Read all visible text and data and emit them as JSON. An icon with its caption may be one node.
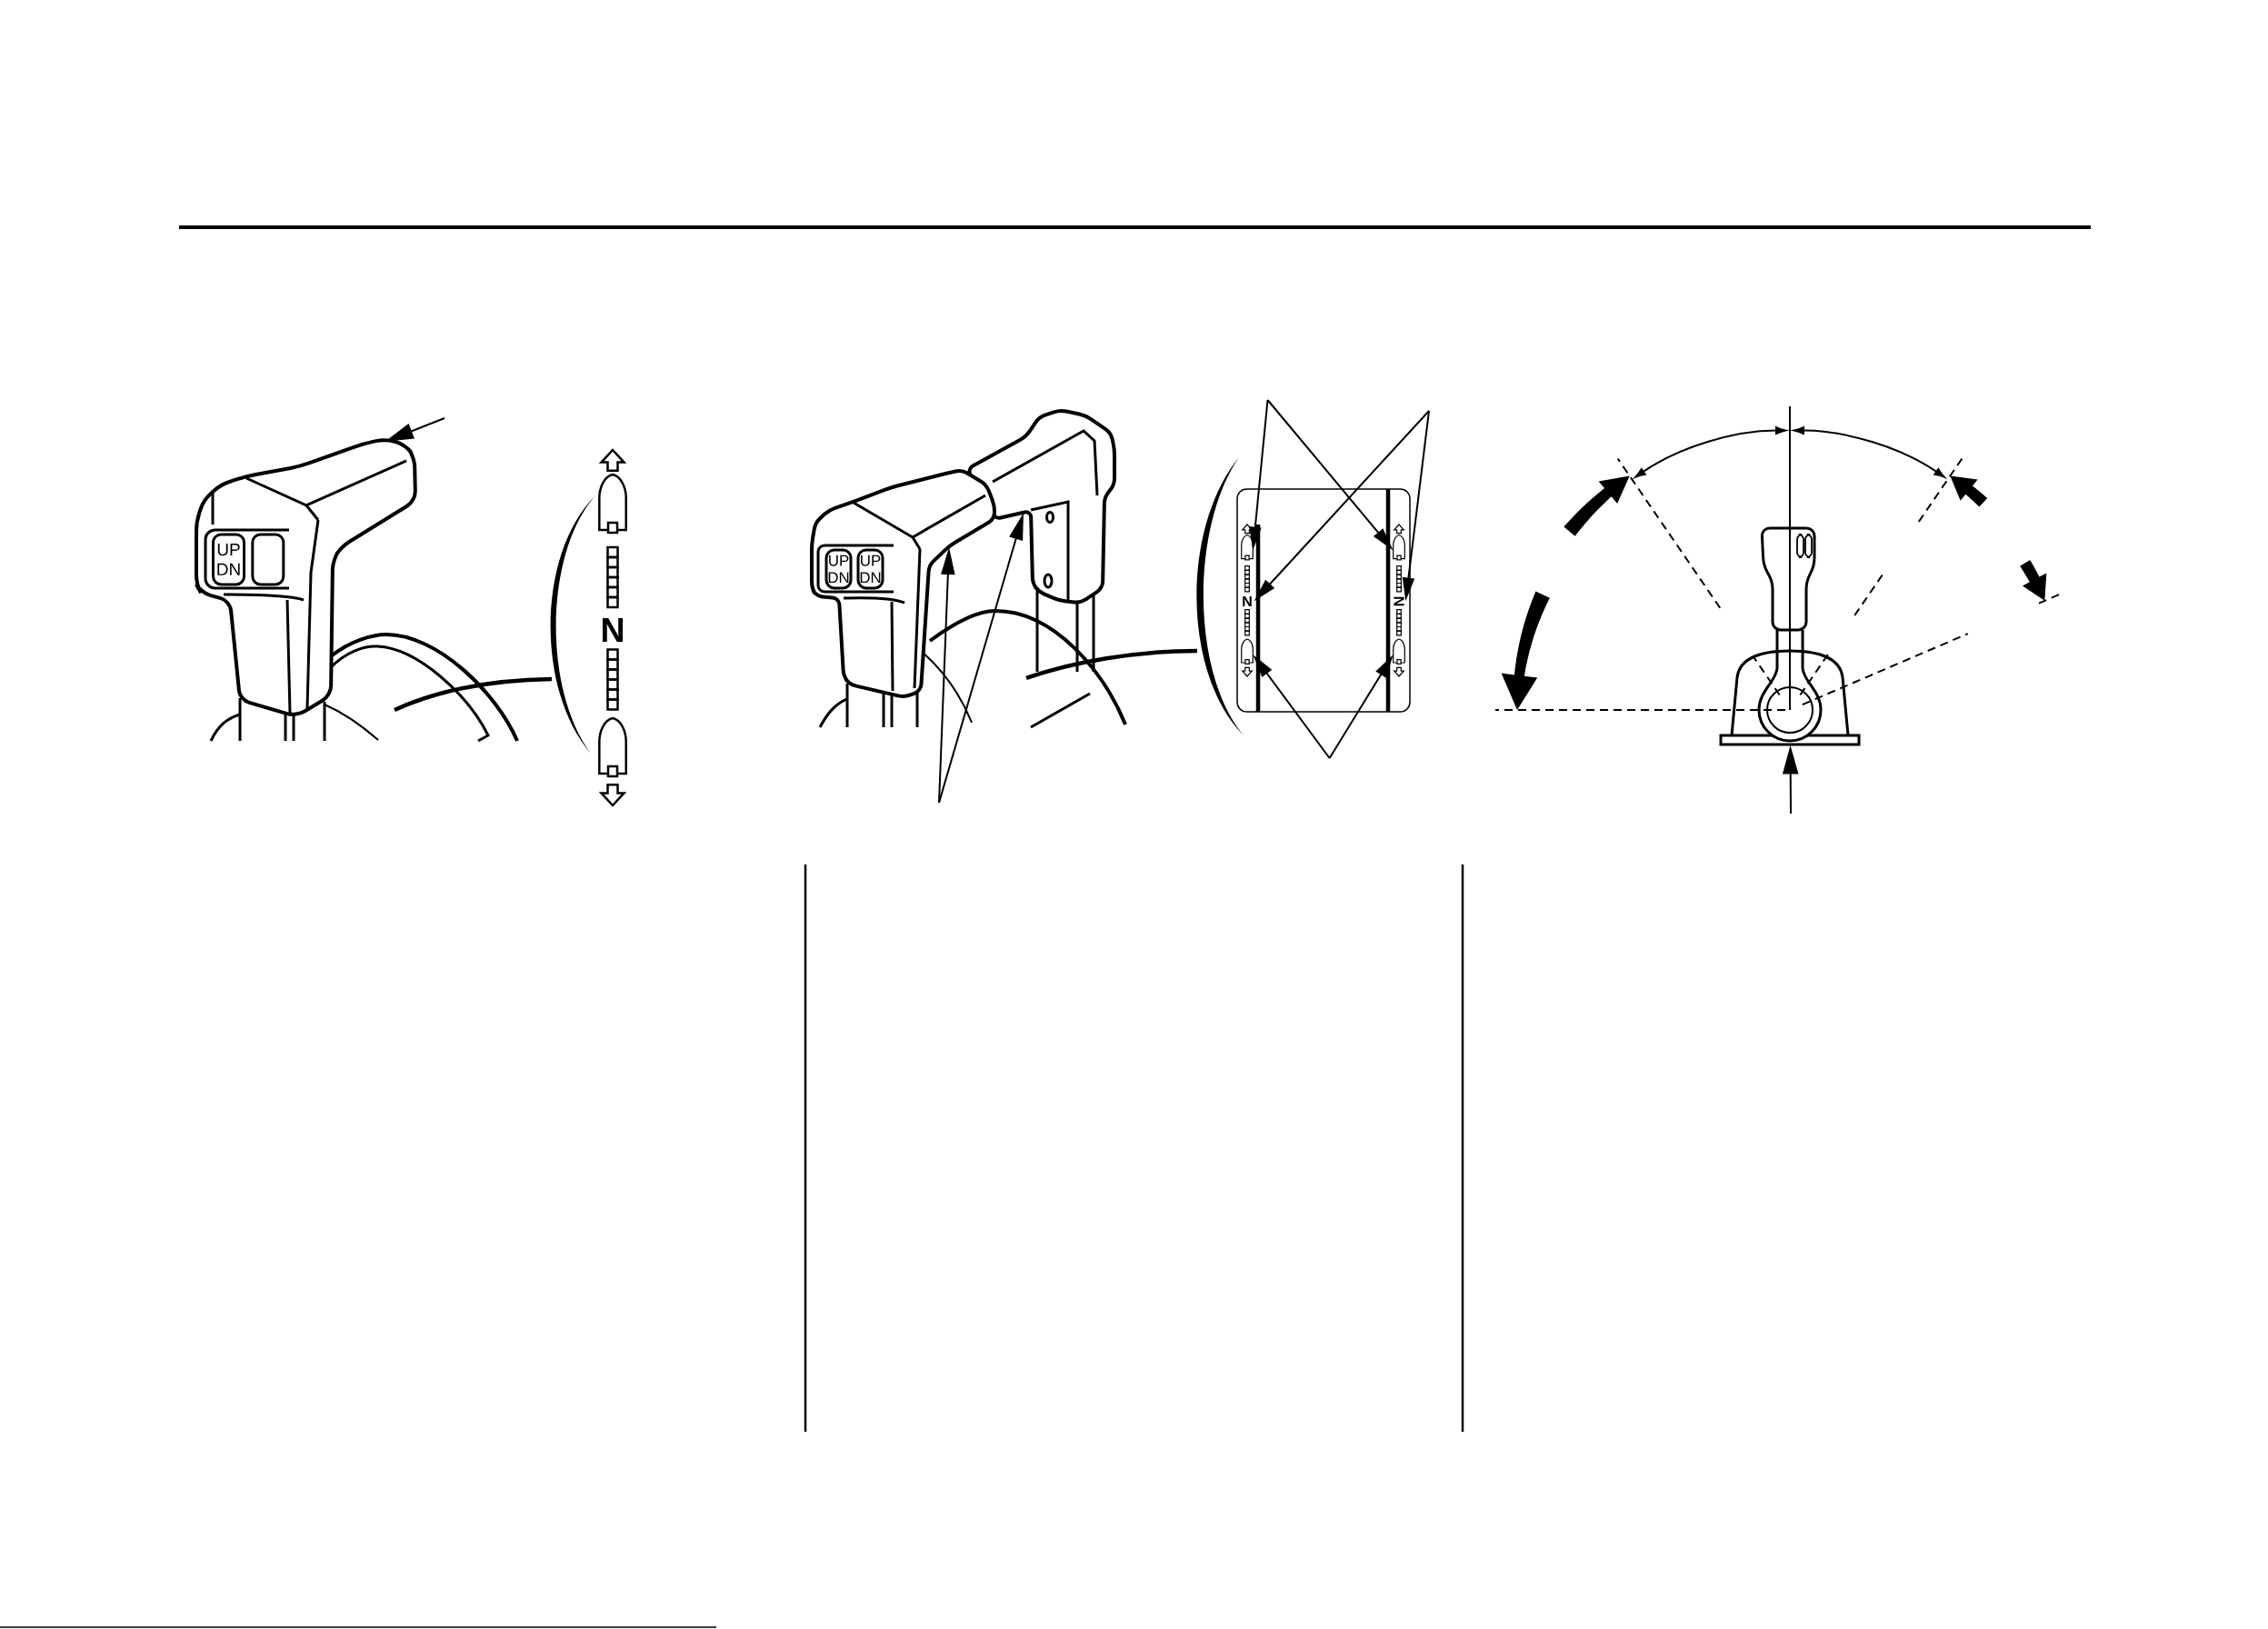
{
  "diagram": {
    "nodes": [
      {
        "text": [],
        "shape": "picture"
      },
      {
        "text": [
          "UP DN"
        ],
        "in": 0
      },
      {
        "text": [],
        "shape": "box",
        "in": 0
      },
      {
        "text": [],
        "shape": "picture"
      },
      {
        "text": [
          "UP DN"
        ],
        "in": 3
      },
      {
        "text": [
          "UP DN"
        ],
        "in": 3
      },
      {
        "text": [],
        "shape": "picture"
      },
      {
        "text": [],
        "shape": "boat"
      },
      {
        "text": [
          "N"
        ]
      },
      {
        "text": [],
        "shape": "boat"
      },
      {
        "text": [],
        "shape": "boat"
      },
      {
        "text": [
          "N"
        ]
      },
      {
        "text": [],
        "shape": "boat"
      },
      {
        "text": [],
        "shape": "picture"
      }
    ],
    "edges": [
      {
        "from": null,
        "to": 0,
        "arrow": "to"
      },
      {
        "from": null,
        "to": 3,
        "arrow": "to"
      },
      {
        "from": null,
        "to": 6,
        "arrow": "to"
      },
      {
        "from": null,
        "to": 7,
        "arrow": "to"
      },
      {
        "from": null,
        "to": 10,
        "arrow": "to"
      },
      {
        "from": null,
        "to": 8,
        "arrow": "to"
      },
      {
        "from": null,
        "to": 11,
        "arrow": "to"
      },
      {
        "from": null,
        "to": 9,
        "arrow": "to"
      },
      {
        "from": null,
        "to": 12,
        "arrow": "to"
      },
      {
        "from": null,
        "to": 13,
        "arrow": "to"
      }
    ],
    "labels": [
      "N"
    ]
  }
}
